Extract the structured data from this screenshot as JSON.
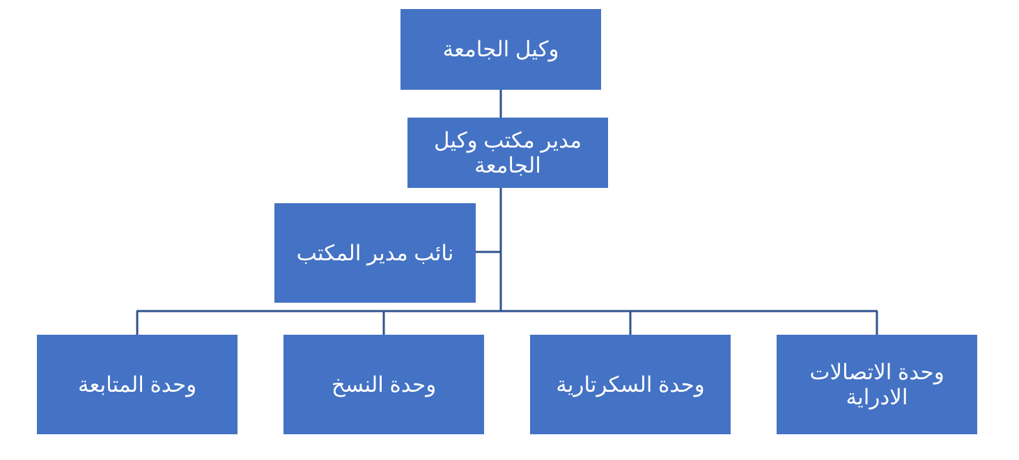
{
  "diagram": {
    "colors": {
      "box_fill": "#4472c4",
      "line": "#2f528f",
      "text": "#ffffff"
    },
    "top": {
      "label": "وكيل الجامعة"
    },
    "manager": {
      "label": "مدير مكتب وكيل الجامعة"
    },
    "deputy": {
      "label": "نائب مدير المكتب"
    },
    "units": [
      {
        "label": "وحدة الاتصالات الادراية"
      },
      {
        "label": "وحدة السكرتارية"
      },
      {
        "label": "وحدة النسخ"
      },
      {
        "label": "وحدة المتابعة"
      }
    ]
  }
}
